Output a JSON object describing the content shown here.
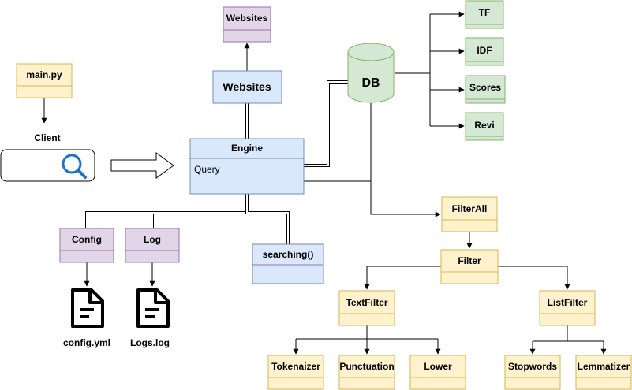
{
  "nodes": {
    "main_py": "main.py",
    "client": "Client",
    "websites_top": "Websites",
    "websites": "Websites",
    "engine": "Engine",
    "engine_query": "Query",
    "db": "DB",
    "tf": "TF",
    "idf": "IDF",
    "scores": "Scores",
    "revi": "Revi",
    "filter_all": "FilterAll",
    "filter": "Filter",
    "text_filter": "TextFilter",
    "list_filter": "ListFilter",
    "tokenaizer": "Tokenaizer",
    "punctuation": "Punctuation",
    "lower": "Lower",
    "stopwords": "Stopwords",
    "lemmatizer": "Lemmatizer",
    "config": "Config",
    "log": "Log",
    "searching": "searching()",
    "config_file": "config.yml",
    "log_file": "Logs.log"
  },
  "colors": {
    "yellow_fill": "#fff2cc",
    "yellow_stroke": "#d6b656",
    "purple_fill": "#e1d5e7",
    "purple_stroke": "#9673a6",
    "blue_fill": "#dae8fc",
    "blue_stroke": "#6c8ebf",
    "green_fill": "#d5e8d4",
    "green_stroke": "#82b366"
  },
  "icons": {
    "search": "search-icon",
    "file": "document-icon",
    "arrow": "block-arrow-icon"
  }
}
